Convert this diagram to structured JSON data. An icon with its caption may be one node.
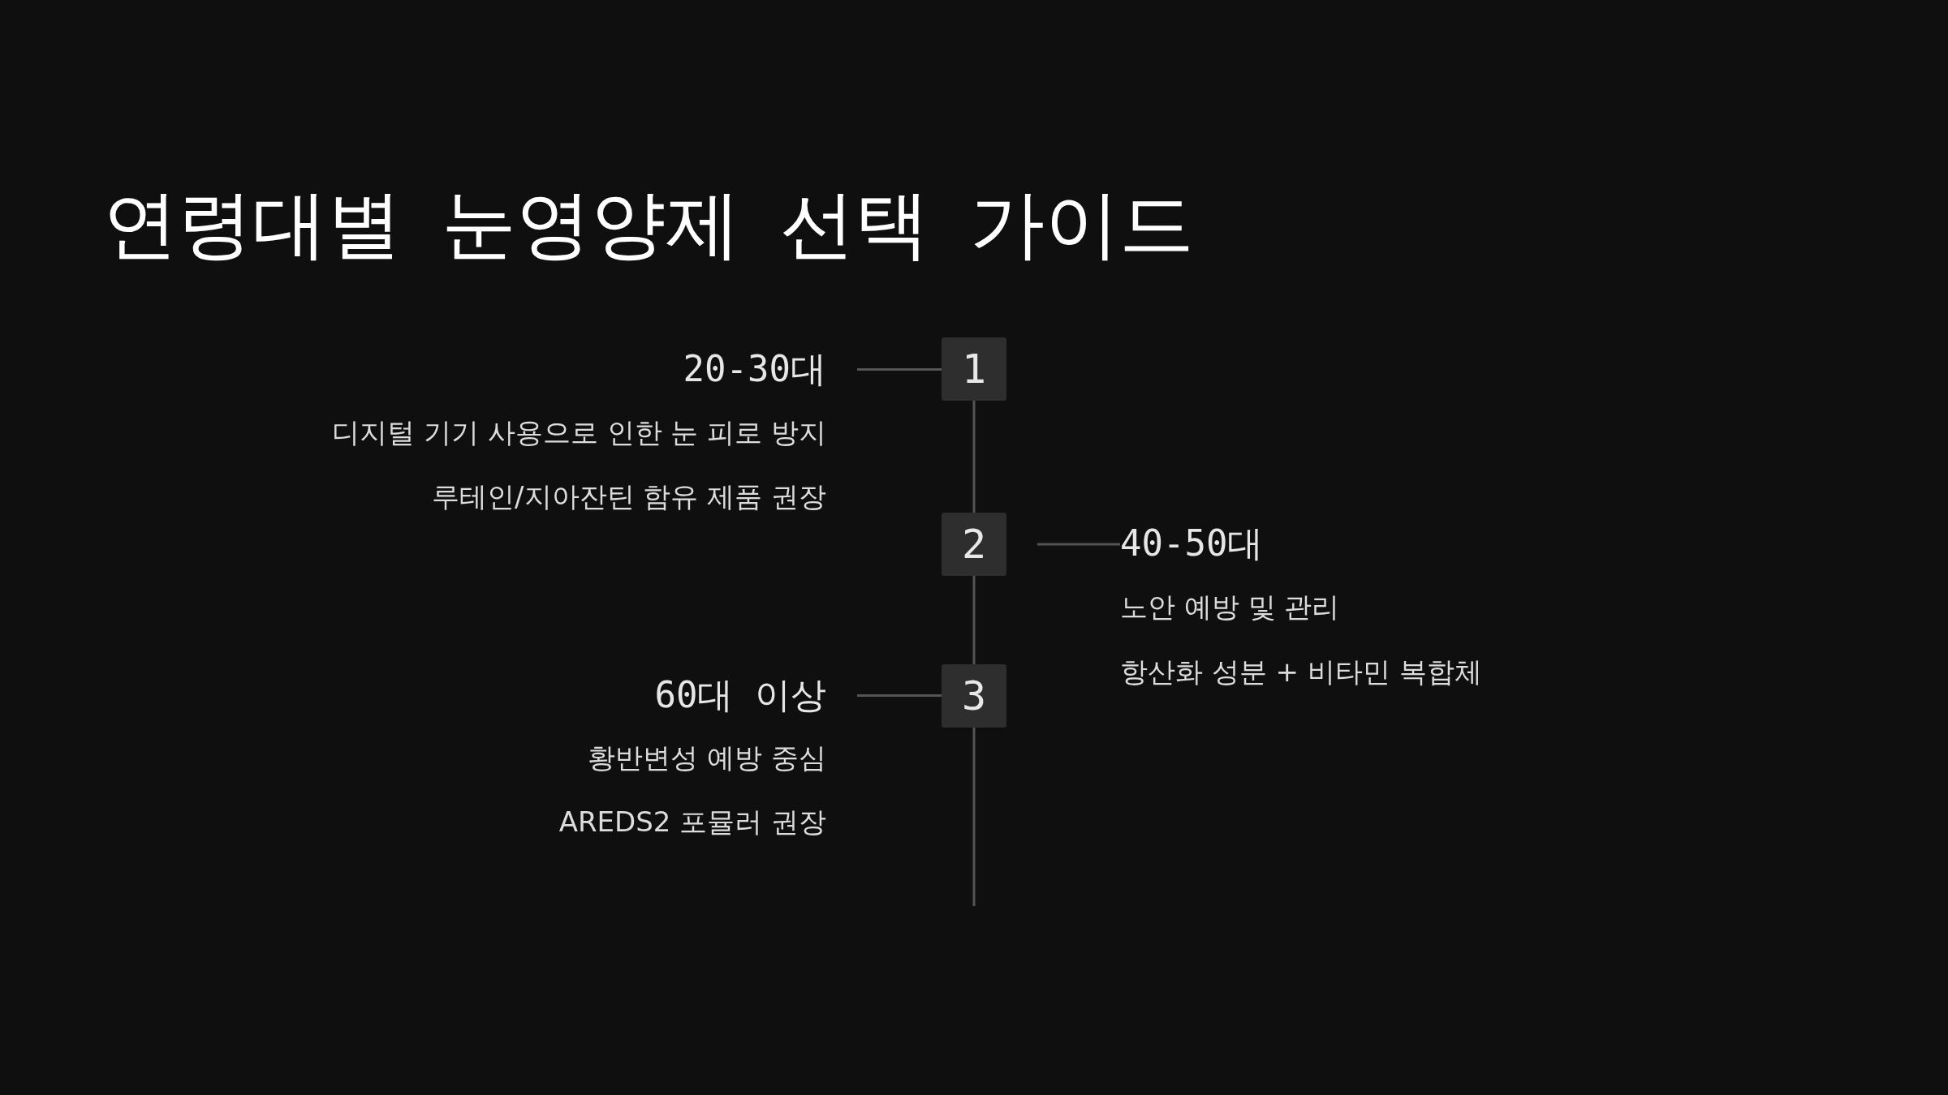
{
  "diagram": {
    "title": "연령대별 눈영양제 선택 가이드",
    "nodes": [
      {
        "text": [
          "20-30대"
        ],
        "beside": [
          "디지털 기기 사용으로 인한 눈 피로 방지",
          "루테인/지아잔틴 함유 제품 권장"
        ]
      },
      {
        "text": [
          "1"
        ]
      },
      {
        "text": [
          "2"
        ]
      },
      {
        "text": [
          "40-50대"
        ],
        "beside": [
          "노안 예방 및 관리",
          "항산화 성분 + 비타민 복합체"
        ]
      },
      {
        "text": [
          "60대 이상"
        ],
        "beside": [
          "황반변성 예방 중심",
          "AREDS2 포뮬러 권장"
        ]
      },
      {
        "text": [
          "3"
        ]
      }
    ],
    "edges": [
      {
        "from": 0,
        "to": 1,
        "arrow": "none"
      },
      {
        "from": 1,
        "to": 2,
        "arrow": "none"
      },
      {
        "from": 2,
        "to": 3,
        "arrow": "none"
      },
      {
        "from": 2,
        "to": 5,
        "arrow": "none"
      },
      {
        "from": 4,
        "to": 5,
        "arrow": "none"
      },
      {
        "from": 5,
        "to": null,
        "arrow": "none"
      }
    ]
  }
}
